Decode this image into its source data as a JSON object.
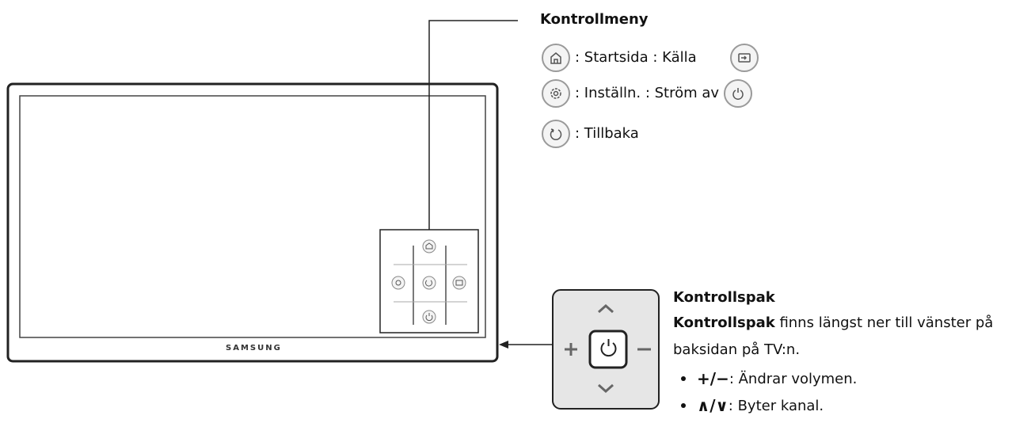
{
  "tv": {
    "brand": "SAMSUNG"
  },
  "control_menu": {
    "title": "Kontrollmeny",
    "rows": [
      {
        "left_icon": "home-icon",
        "text": ": Startsida : Källa",
        "right_icon": "source-icon"
      },
      {
        "left_icon": "settings-icon",
        "text": ": Inställn. : Ström av",
        "right_icon": "power-icon"
      },
      {
        "left_icon": "back-icon",
        "text": ": Tillbaka"
      }
    ]
  },
  "control_stick": {
    "title": "Kontrollspak",
    "desc_bold": "Kontrollspak",
    "desc_rest": " finns längst ner till vänster på",
    "desc_line2": "baksidan på TV:n.",
    "bullets": [
      {
        "symbols": "+/−",
        "text": ": Ändrar volymen."
      },
      {
        "symbols": "∧/∨",
        "text": ": Byter kanal."
      }
    ]
  },
  "colors": {
    "line": "#222222",
    "icon_border": "#9a9a9a",
    "stick_bg": "#e6e6e6"
  }
}
